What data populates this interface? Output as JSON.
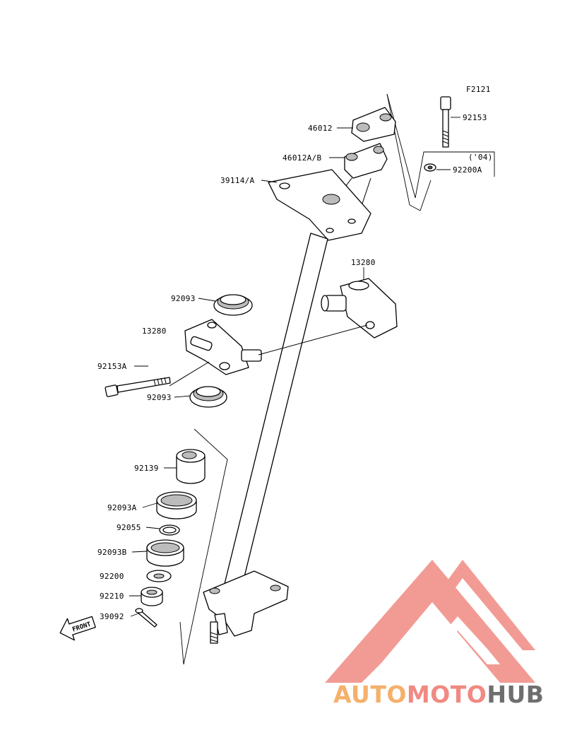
{
  "figure_code": "F2121",
  "year_note": "('04)",
  "front_label": "FRONT",
  "watermark": {
    "part1": "AUTO",
    "part2": "MOTO",
    "part3": "HUB",
    "color1": "#f5b06b",
    "color2": "#f08a82",
    "color3": "#6e6e6e",
    "logo_color": "#f08a82"
  },
  "parts": [
    {
      "label": "92153"
    },
    {
      "label": "46012"
    },
    {
      "label": "46012A/B"
    },
    {
      "label": "92200A"
    },
    {
      "label": "39114/A"
    },
    {
      "label": "13280"
    },
    {
      "label": "92093"
    },
    {
      "label": "13280"
    },
    {
      "label": "92153A"
    },
    {
      "label": "92093"
    },
    {
      "label": "92139"
    },
    {
      "label": "92093A"
    },
    {
      "label": "92055"
    },
    {
      "label": "92093B"
    },
    {
      "label": "92200"
    },
    {
      "label": "92210"
    },
    {
      "label": "39092"
    }
  ]
}
